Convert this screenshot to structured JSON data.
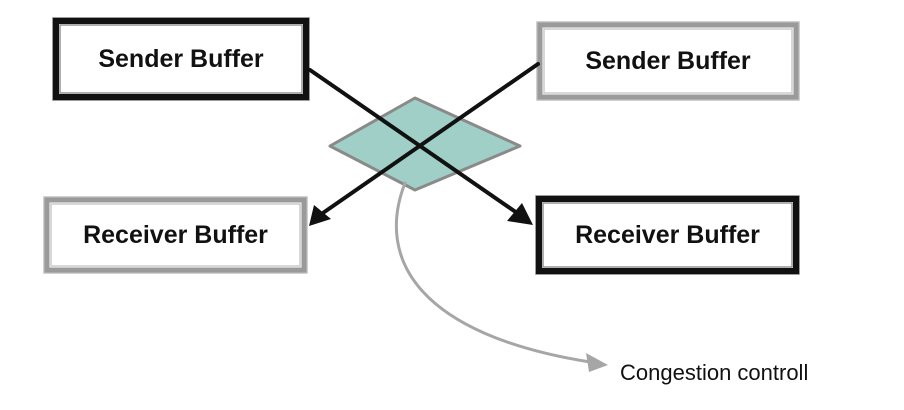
{
  "boxes": {
    "left_sender": {
      "label": "Sender Buffer",
      "emphasis": "dark"
    },
    "right_sender": {
      "label": "Sender Buffer",
      "emphasis": "light"
    },
    "left_receiver": {
      "label": "Receiver Buffer",
      "emphasis": "light"
    },
    "right_receiver": {
      "label": "Receiver Buffer",
      "emphasis": "dark"
    }
  },
  "annotation": {
    "label": "Congestion controll"
  },
  "colors": {
    "dark_outline": "#111111",
    "light_outline": "#9a9a9a",
    "diamond_fill": "#9fcfc6",
    "diamond_stroke": "#8a8a8a",
    "arrow": "#111111",
    "callout": "#a6a6a6"
  }
}
